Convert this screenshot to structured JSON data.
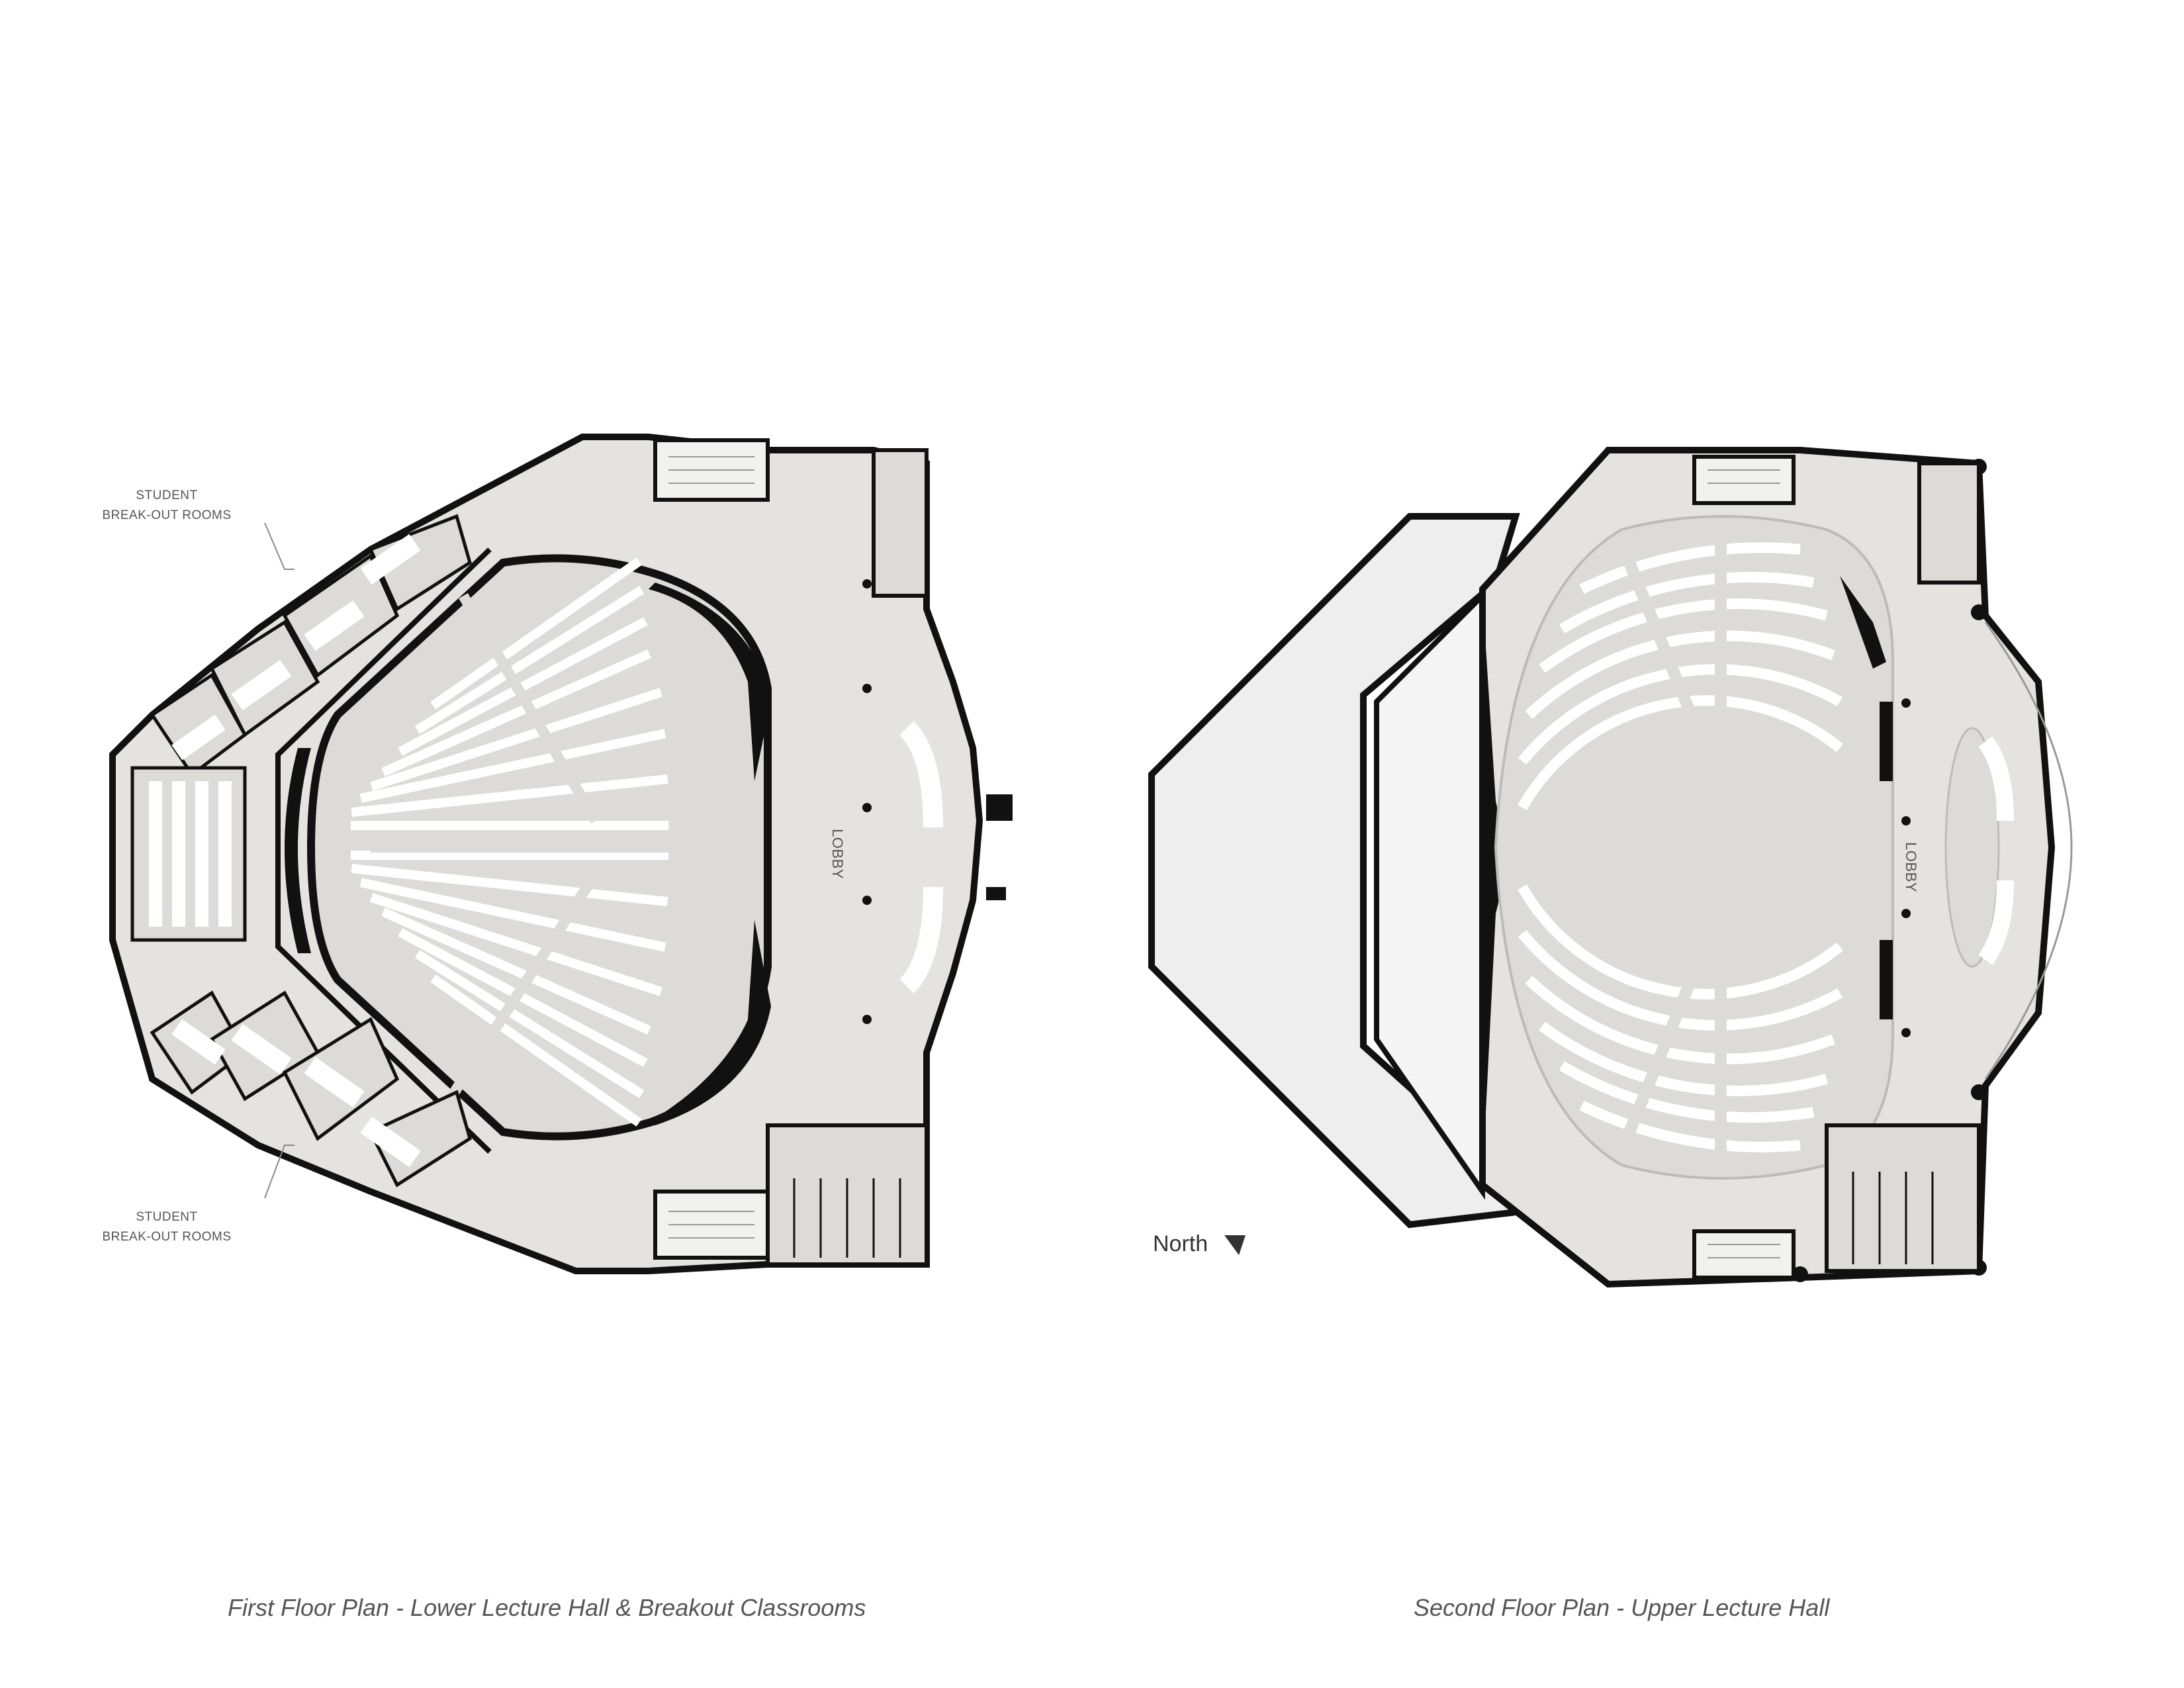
{
  "labels": {
    "breakout_top": [
      "STUDENT",
      "BREAK-OUT ROOMS"
    ],
    "breakout_bottom": [
      "STUDENT",
      "BREAK-OUT ROOMS"
    ],
    "lobby_first": "LOBBY",
    "lobby_second": "LOBBY"
  },
  "captions": {
    "first": "First Floor Plan - Lower Lecture Hall & Breakout Classrooms",
    "second": "Second Floor Plan - Upper Lecture Hall"
  },
  "north": {
    "label": "North",
    "icon": "north-arrow-icon"
  },
  "colors": {
    "floor": "#e4e3df",
    "wall": "#111111",
    "seat": "#ffffff",
    "void": "#f3f3f3"
  }
}
